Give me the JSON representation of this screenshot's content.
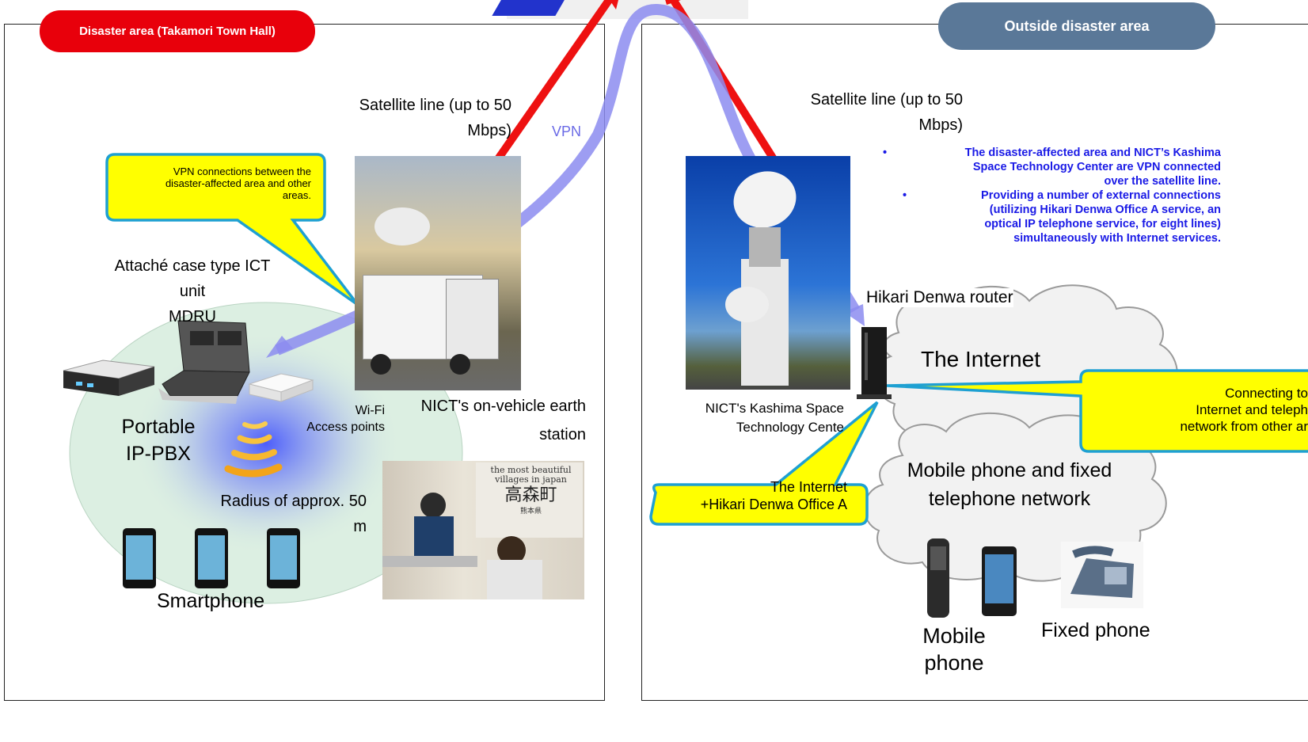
{
  "left_area": {
    "title": "Disaster area (Takamori Town Hall)",
    "satellite_line_1": "Satellite line (up to 50",
    "satellite_line_2": "Mbps)",
    "vpn": "VPN",
    "vpn_callout": [
      "VPN connections between the",
      "disaster-affected area and other",
      "areas."
    ],
    "ict_unit": [
      "Attaché case type ICT",
      "unit",
      "MDRU"
    ],
    "wifi": [
      "Wi-Fi",
      "Access points"
    ],
    "vehicle_station": [
      "NICT's on-vehicle earth",
      "station"
    ],
    "pbx": [
      "Portable",
      "IP-PBX"
    ],
    "radius": [
      "Radius of approx. 50",
      "m"
    ],
    "smartphone": "Smartphone",
    "banner_text": [
      "the most beautiful",
      "villages in japan",
      "高森町",
      "熊本県"
    ]
  },
  "right_area": {
    "title": "Outside disaster area",
    "satellite_line_1": "Satellite line (up to 50",
    "satellite_line_2": "Mbps)",
    "bullets": [
      [
        "The disaster-affected area and NICT’s Kashima",
        "Space Technology Center are VPN connected",
        "over the satellite line."
      ],
      [
        "Providing a number of external connections",
        "(utilizing Hikari Denwa Office A service, an",
        "optical IP telephone service, for eight lines)",
        "simultaneously with Internet services."
      ]
    ],
    "router": "Hikari Denwa router",
    "internet": "The Internet",
    "connecting_callout": [
      "Connecting to",
      "Internet and teleph",
      "network from other ar"
    ],
    "kashima": [
      "NICT's Kashima Space",
      "Technology Cente"
    ],
    "internet_callout": [
      "The Internet",
      "+Hikari Denwa Office A"
    ],
    "mobile_network": [
      "Mobile phone and fixed",
      "telephone network"
    ],
    "mobile_phone": [
      "Mobile",
      "phone"
    ],
    "fixed_phone": "Fixed phone"
  },
  "colors": {
    "red_arrow": "#ee1111",
    "vpn_arrow": "#8c8cf0",
    "callout_fill": "#ffff00",
    "callout_border": "#1ea0d2",
    "pill_red": "#e8000b",
    "pill_blue": "#5a7898",
    "bullet_text": "#1a1ae6"
  }
}
